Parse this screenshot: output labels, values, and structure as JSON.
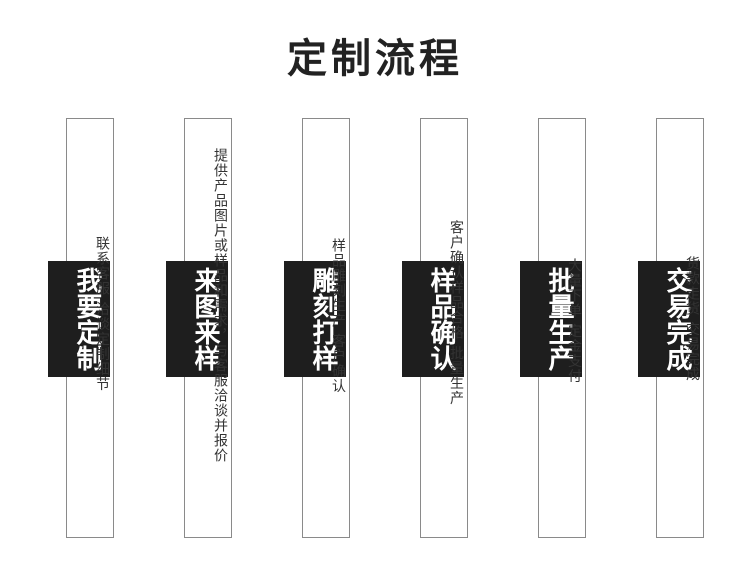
{
  "title": "定制流程",
  "steps": [
    {
      "label": "我要定制",
      "desc": "联系客服 洽谈定制细节"
    },
    {
      "label": "来图来样",
      "desc": "提供产品图片或样品和需求，与客服洽谈并报价"
    },
    {
      "label": "雕刻打样",
      "desc": "样品雕刻生产 客户确认"
    },
    {
      "label": "样品确认",
      "desc": "客户确认样品合格 批量生产"
    },
    {
      "label": "批量生产",
      "desc": "大量下单 定金支付"
    },
    {
      "label": "交易完成",
      "desc": "货款走货 交易完成"
    }
  ]
}
